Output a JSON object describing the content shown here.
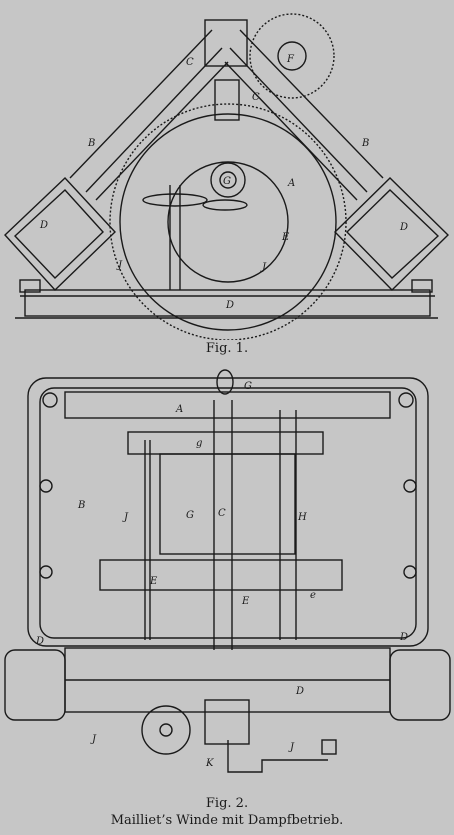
{
  "captions": {
    "fig1": "Fig. 1.",
    "fig2": "Fig. 2.",
    "title": "Mailliet’s Winde mit Dampfbetrieb."
  },
  "labels": {
    "fig1": [
      "B",
      "B",
      "D",
      "D",
      "C",
      "C",
      "F",
      "G",
      "A",
      "E",
      "J",
      "J",
      "D"
    ],
    "fig2": [
      "G",
      "A",
      "g",
      "B",
      "J",
      "G",
      "C",
      "H",
      "E",
      "E",
      "e",
      "D",
      "D",
      "D",
      "J",
      "J",
      "K"
    ]
  },
  "colors": {
    "paper": "#c6c6c6",
    "ink": "#1a1a1a"
  }
}
